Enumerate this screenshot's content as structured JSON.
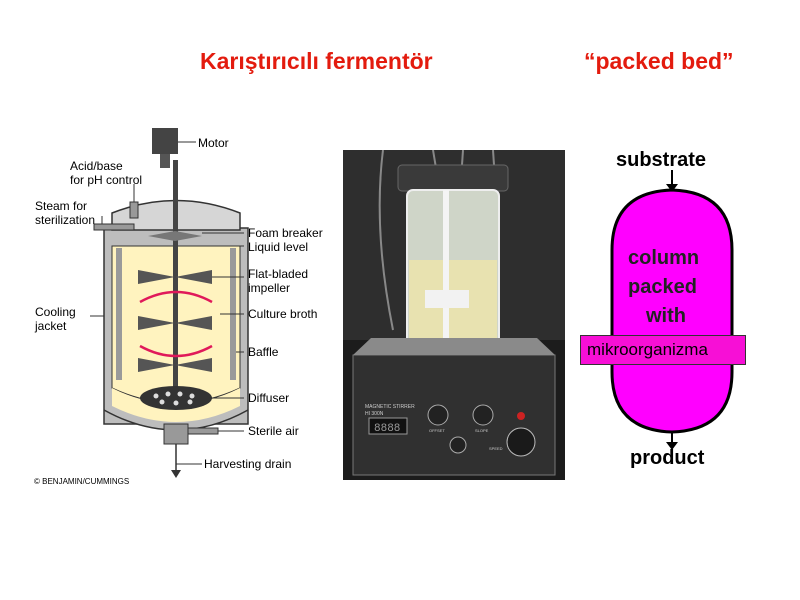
{
  "titles": {
    "left": "Karıştırıcılı fermentör",
    "right": "“packed bed”"
  },
  "fermentor_labels": {
    "motor": "Motor",
    "acid_base_1": "Acid/base",
    "acid_base_2": "for pH control",
    "steam_1": "Steam for",
    "steam_2": "sterilization",
    "foam": "Foam breaker",
    "liquid": "Liquid level",
    "impeller_1": "Flat-bladed",
    "impeller_2": "impeller",
    "cooling_1": "Cooling",
    "cooling_2": "jacket",
    "culture": "Culture broth",
    "baffle": "Baffle",
    "diffuser": "Diffuser",
    "air": "Sterile air",
    "drain": "Harvesting drain",
    "copyright": "© BENJAMIN/CUMMINGS"
  },
  "photo": {
    "panel_line1": "MAGNETIC STIRRER",
    "panel_line2": "HI 300N",
    "display": "8888",
    "knob1": "OFFSET",
    "knob2": "SLOPE",
    "knob3": "SPEED"
  },
  "packed_bed": {
    "top": "substrate",
    "body_1": "column",
    "body_2": "packed",
    "body_3": "with",
    "bottom": "product",
    "microorganism": "mikroorganizma"
  },
  "colors": {
    "title": "#e31b0e",
    "column_fill": "#ff00ff",
    "broth": "#fff3bf",
    "impeller": "#555555",
    "arrow": "#e0195a"
  }
}
